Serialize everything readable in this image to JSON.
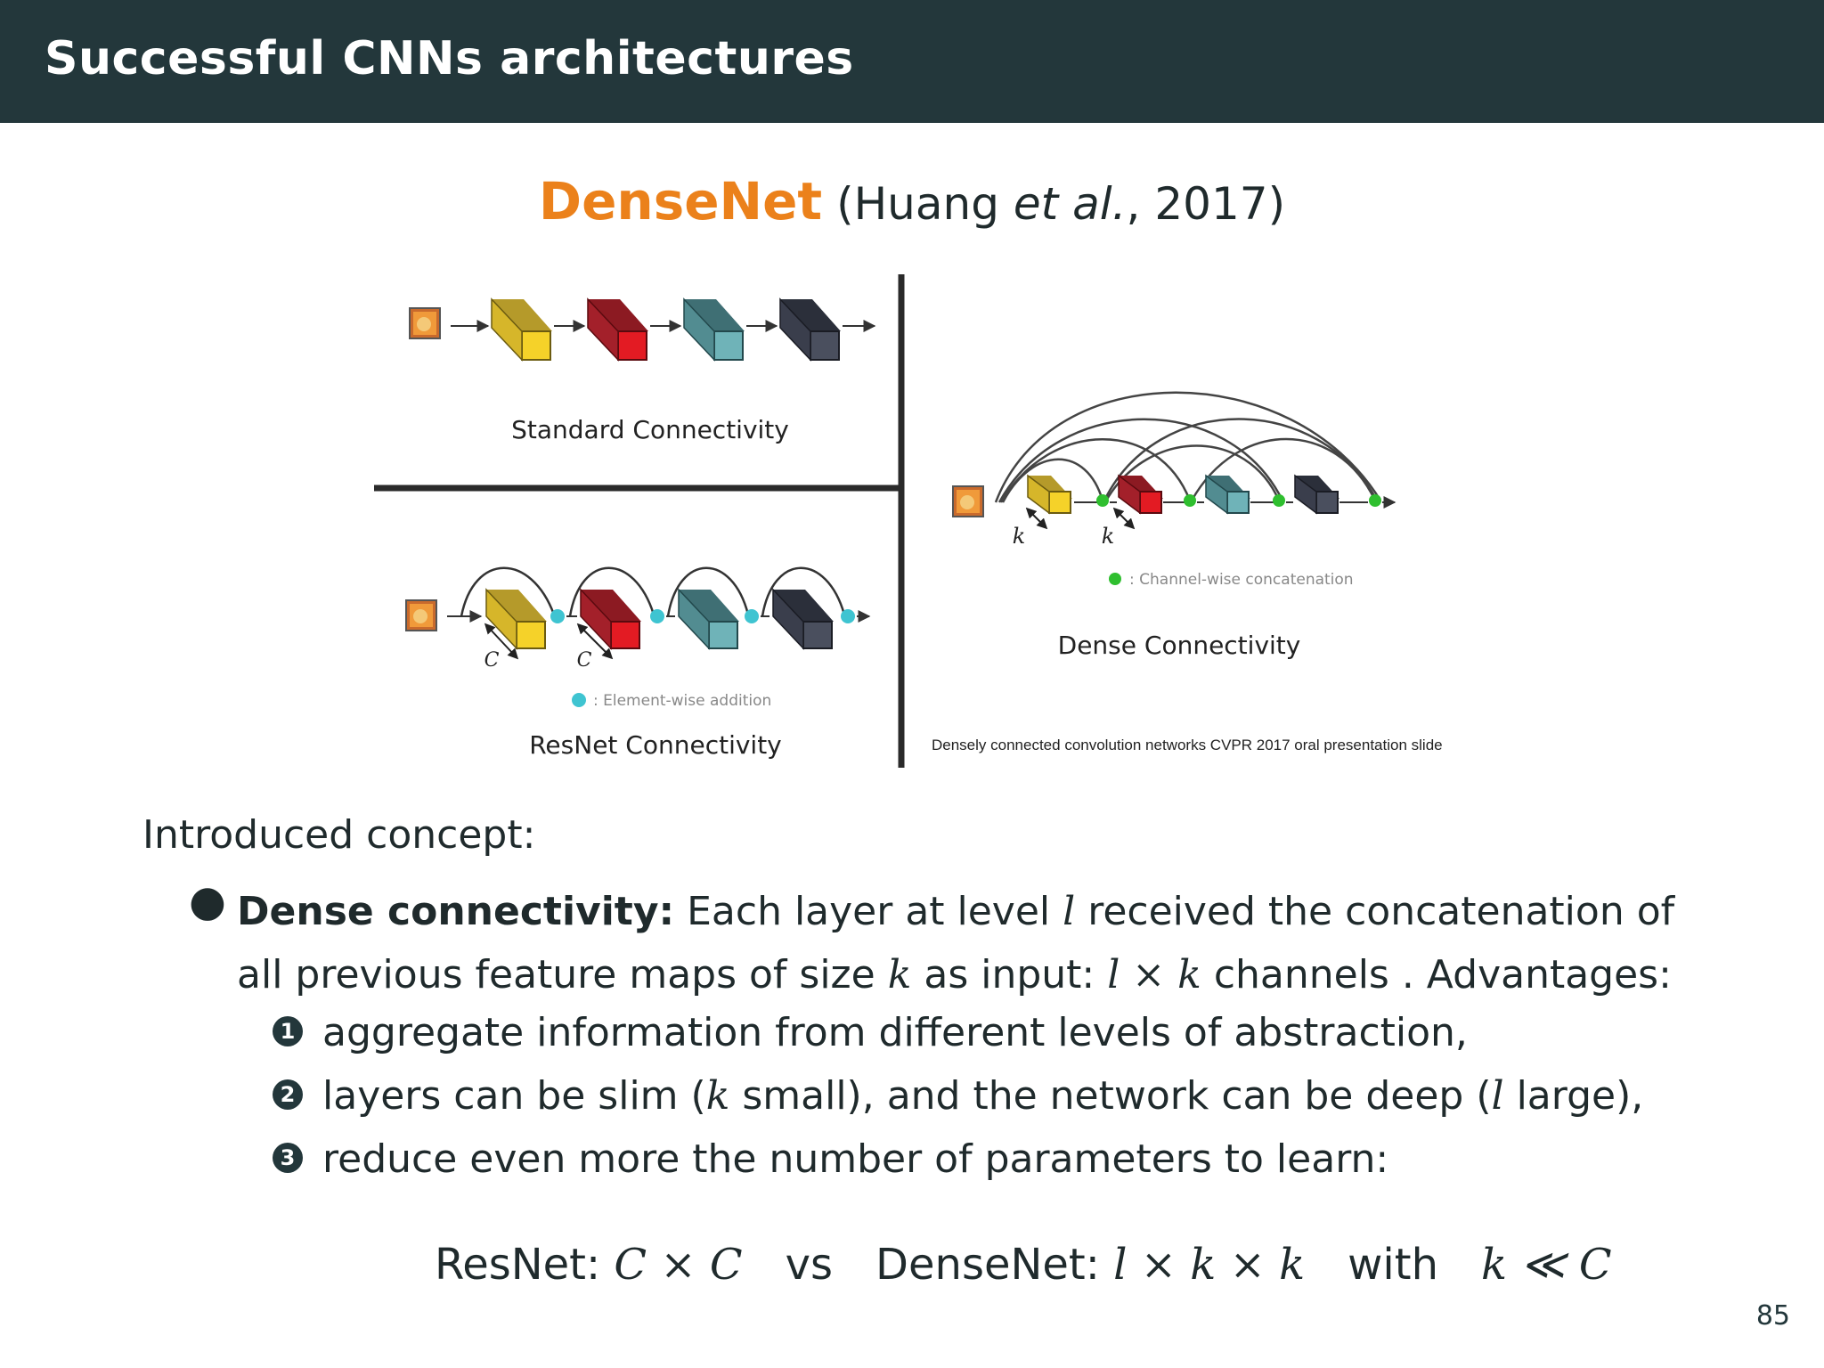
{
  "header": {
    "title": "Successful CNNs architectures"
  },
  "subtitle": {
    "name": "DenseNet",
    "open": "(Huang ",
    "etal": "et al.",
    "close": ", 2017)"
  },
  "figure": {
    "standard_label": "Standard Connectivity",
    "resnet_label": "ResNet Connectivity",
    "resnet_legend": ": Element-wise addition",
    "resnet_c1": "C",
    "resnet_c2": "C",
    "dense_label": "Dense Connectivity",
    "dense_legend": ": Channel-wise concatenation",
    "dense_k1": "k",
    "dense_k2": "k",
    "caption": "Densely connected convolution networks CVPR 2017 oral presentation slide",
    "colors": {
      "yellow": "#f5d229",
      "red": "#e31b23",
      "teal": "#6fb3b8",
      "slate": "#4a4f5e",
      "plus": "#3fc4d1",
      "dot": "#2fbf2f"
    }
  },
  "intro": "Introduced concept:",
  "bullet": {
    "title": "Dense connectivity:",
    "t1": " Each layer at level ",
    "l": "l",
    "t2": " received the concatenation of all previous feature maps of size ",
    "k": "k",
    "t3": " as input: ",
    "expr": "l × k",
    "t4": " channels . Advantages:"
  },
  "items": [
    {
      "num": "1",
      "text": "aggregate information from different levels of abstraction,"
    },
    {
      "num": "2",
      "a": "layers can be slim (",
      "k": "k",
      "b": " small), and the network can be deep (",
      "l": "l",
      "c": " large),"
    },
    {
      "num": "3",
      "text": "reduce even more the number of parameters to learn:"
    }
  ],
  "formula": {
    "resnet": "ResNet: ",
    "resnet_expr": "C × C",
    "vs": "vs",
    "densenet": "DenseNet: ",
    "densenet_expr": "l × k × k",
    "with": "with",
    "cond": "k ≪ C"
  },
  "page_number": "85"
}
